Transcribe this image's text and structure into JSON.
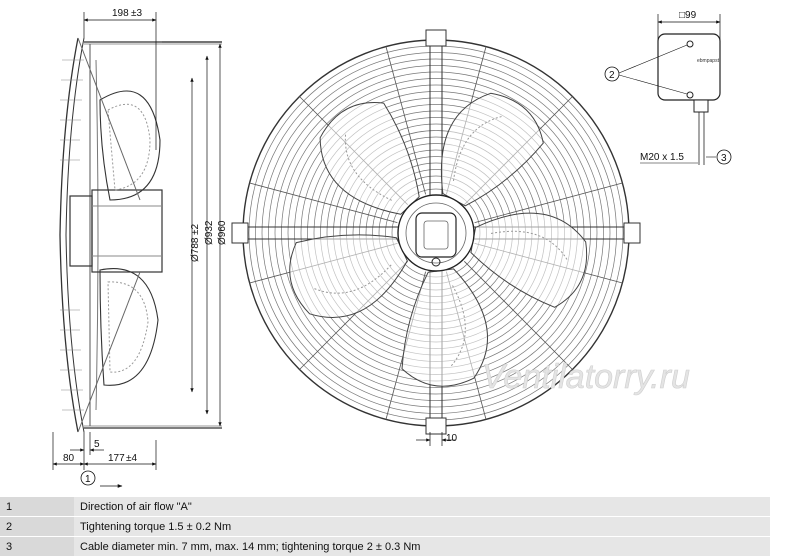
{
  "dimensions": {
    "width_top": "198",
    "width_top_tol": "±3",
    "dia_inner": "Ø788",
    "dia_inner_tol": "±2",
    "dia_mid": "Ø932",
    "dia_outer": "Ø960",
    "dim_5": "5",
    "dim_80": "80",
    "dim_177": "177",
    "dim_177_tol": "±4",
    "dim_10": "10",
    "box_size": "□99",
    "thread": "M20 x 1.5"
  },
  "callouts": {
    "c1": "1",
    "c2": "2",
    "c3": "3"
  },
  "box_logo": "ebmpapst",
  "watermark": "Ventilatorry.ru",
  "legend": [
    {
      "num": "1",
      "text": "Direction of air flow \"A\""
    },
    {
      "num": "2",
      "text": "Tightening torque 1.5 ± 0.2 Nm"
    },
    {
      "num": "3",
      "text": "Cable diameter min. 7 mm, max. 14 mm; tightening torque 2 ± 0.3 Nm"
    }
  ]
}
